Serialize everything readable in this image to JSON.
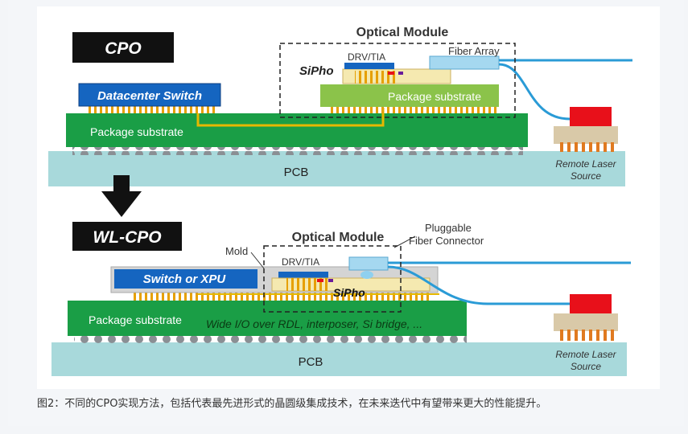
{
  "caption": "图2：不同的CPO实现方法，包括代表最先进形式的晶圆级集成技术，在未来迭代中有望带来更大的性能提升。",
  "top": {
    "badge": "CPO",
    "optical_module": "Optical Module",
    "drv_tia": "DRV/TIA",
    "sipho": "SiPho",
    "fiber_array": "Fiber Array",
    "switch": "Datacenter Switch",
    "module_substrate": "Package substrate",
    "package_substrate": "Package substrate",
    "pcb": "PCB",
    "remote_laser_1": "Remote Laser",
    "remote_laser_2": "Source"
  },
  "bottom": {
    "badge": "WL-CPO",
    "optical_module": "Optical Module",
    "pluggable_1": "Pluggable",
    "pluggable_2": "Fiber Connector",
    "mold": "Mold",
    "drv_tia": "DRV/TIA",
    "switch": "Switch or XPU",
    "sipho": "SiPho",
    "package_substrate": "Package substrate",
    "wide_io": "Wide I/O over RDL, interposer, Si bridge, ...",
    "pcb": "PCB",
    "remote_laser_1": "Remote Laser",
    "remote_laser_2": "Source"
  },
  "colors": {
    "pcb": "#a8d9db",
    "substrate": "#1a9e46",
    "module_substrate": "#8bc34a",
    "switch": "#1565c0",
    "laser": "#e8101a",
    "laser_base": "#d9c9a8",
    "fiber": "#2a9bd6",
    "badge": "#111111",
    "trace": "#e6b800"
  }
}
